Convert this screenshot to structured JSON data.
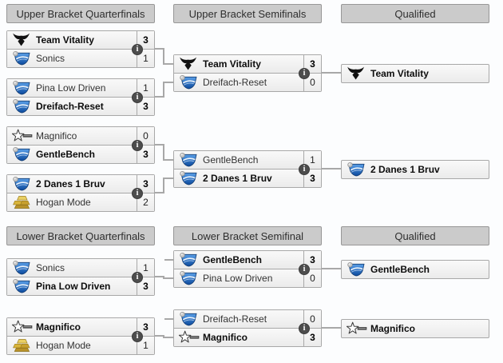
{
  "headers": {
    "ub_qf": "Upper Bracket Quarterfinals",
    "ub_sf": "Upper Bracket Semifinals",
    "ub_q": "Qualified",
    "lb_qf": "Lower Bracket Quarterfinals",
    "lb_sf": "Lower Bracket Semifinal",
    "lb_q": "Qualified"
  },
  "matches": [
    {
      "id": "ubqf1",
      "teams": [
        {
          "name": "Team Vitality",
          "score": "3",
          "winner": true,
          "icon": "vitality-logo"
        },
        {
          "name": "Sonics",
          "score": "1",
          "winner": false,
          "icon": "rocket-league-logo"
        }
      ]
    },
    {
      "id": "ubqf2",
      "teams": [
        {
          "name": "Pina Low Driven",
          "score": "1",
          "winner": false,
          "icon": "rocket-league-logo"
        },
        {
          "name": "Dreifach-Reset",
          "score": "3",
          "winner": true,
          "icon": "rocket-league-logo"
        }
      ]
    },
    {
      "id": "ubqf3",
      "teams": [
        {
          "name": "Magnifico",
          "score": "0",
          "winner": false,
          "icon": "magnifico-star-logo"
        },
        {
          "name": "GentleBench",
          "score": "3",
          "winner": true,
          "icon": "rocket-league-logo"
        }
      ]
    },
    {
      "id": "ubqf4",
      "teams": [
        {
          "name": "2 Danes 1 Bruv",
          "score": "3",
          "winner": true,
          "icon": "rocket-league-logo"
        },
        {
          "name": "Hogan Mode",
          "score": "2",
          "winner": false,
          "icon": "gold-bars-logo"
        }
      ]
    },
    {
      "id": "ubsf1",
      "teams": [
        {
          "name": "Team Vitality",
          "score": "3",
          "winner": true,
          "icon": "vitality-logo"
        },
        {
          "name": "Dreifach-Reset",
          "score": "0",
          "winner": false,
          "icon": "rocket-league-logo"
        }
      ]
    },
    {
      "id": "ubsf2",
      "teams": [
        {
          "name": "GentleBench",
          "score": "1",
          "winner": false,
          "icon": "rocket-league-logo"
        },
        {
          "name": "2 Danes 1 Bruv",
          "score": "3",
          "winner": true,
          "icon": "rocket-league-logo"
        }
      ]
    },
    {
      "id": "lbqf1",
      "teams": [
        {
          "name": "Sonics",
          "score": "1",
          "winner": false,
          "icon": "rocket-league-logo"
        },
        {
          "name": "Pina Low Driven",
          "score": "3",
          "winner": true,
          "icon": "rocket-league-logo"
        }
      ]
    },
    {
      "id": "lbqf2",
      "teams": [
        {
          "name": "Magnifico",
          "score": "3",
          "winner": true,
          "icon": "magnifico-star-logo"
        },
        {
          "name": "Hogan Mode",
          "score": "1",
          "winner": false,
          "icon": "gold-bars-logo"
        }
      ]
    },
    {
      "id": "lbsf1",
      "teams": [
        {
          "name": "GentleBench",
          "score": "3",
          "winner": true,
          "icon": "rocket-league-logo"
        },
        {
          "name": "Pina Low Driven",
          "score": "0",
          "winner": false,
          "icon": "rocket-league-logo"
        }
      ]
    },
    {
      "id": "lbsf2",
      "teams": [
        {
          "name": "Dreifach-Reset",
          "score": "0",
          "winner": false,
          "icon": "rocket-league-logo"
        },
        {
          "name": "Magnifico",
          "score": "3",
          "winner": true,
          "icon": "magnifico-star-logo"
        }
      ]
    }
  ],
  "qualified": [
    {
      "id": "q_ub1",
      "name": "Team Vitality",
      "icon": "vitality-logo"
    },
    {
      "id": "q_ub2",
      "name": "2 Danes 1 Bruv",
      "icon": "rocket-league-logo"
    },
    {
      "id": "q_lb1",
      "name": "GentleBench",
      "icon": "rocket-league-logo"
    },
    {
      "id": "q_lb2",
      "name": "Magnifico",
      "icon": "magnifico-star-logo"
    }
  ],
  "info_icon": {
    "glyph": "i"
  },
  "colors": {
    "header_bg": "#cbcbcb",
    "header_border": "#979797",
    "row_bg": "#f1f1f1",
    "border": "#a8a8a8",
    "connector": "#a8a8a8",
    "winner_text": "#000000",
    "text": "#333333",
    "info_bg": "#4d4d4d",
    "shield_blue": "#0c4a9e",
    "gold": "#d9b43a"
  }
}
